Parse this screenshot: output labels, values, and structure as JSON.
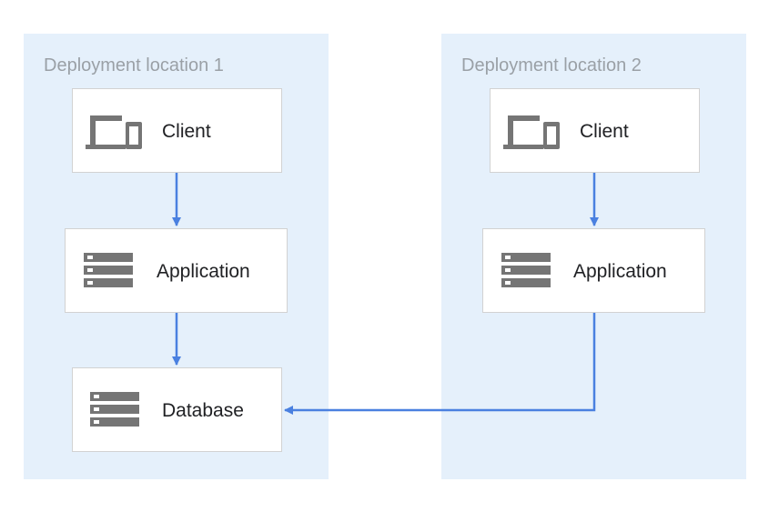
{
  "zones": [
    {
      "title": "Deployment location 1",
      "nodes": [
        {
          "label": "Client",
          "icon": "devices-icon"
        },
        {
          "label": "Application",
          "icon": "server-stack-icon"
        },
        {
          "label": "Database",
          "icon": "server-stack-icon"
        }
      ]
    },
    {
      "title": "Deployment location 2",
      "nodes": [
        {
          "label": "Client",
          "icon": "devices-icon"
        },
        {
          "label": "Application",
          "icon": "server-stack-icon"
        }
      ]
    }
  ],
  "colors": {
    "zone_fill": "#e5f0fb",
    "zone_title": "#9aa0a6",
    "node_border": "#d2d2d2",
    "icon": "#757575",
    "connector": "#4a80e0",
    "label": "#202124"
  }
}
